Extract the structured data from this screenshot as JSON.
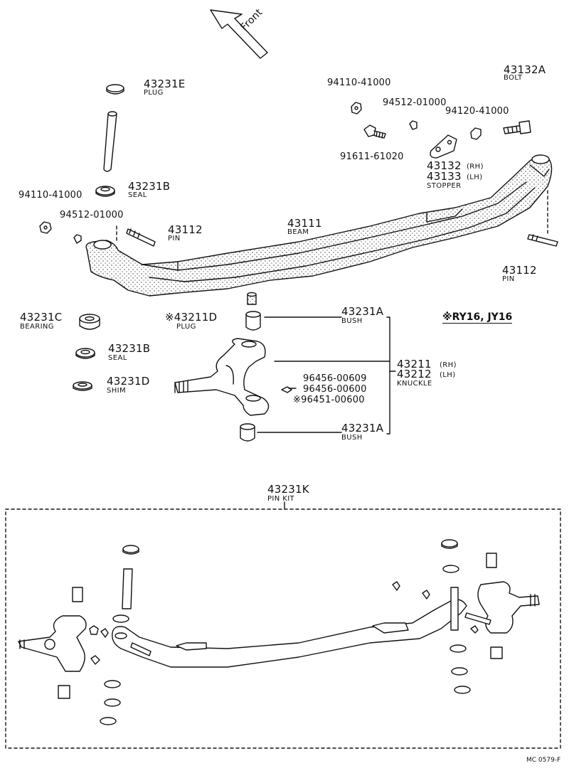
{
  "front_arrow": {
    "label": "Front"
  },
  "parts": {
    "p43231E": {
      "number": "43231E",
      "name": "PLUG"
    },
    "p43231B_top": {
      "number": "43231B",
      "name": "SEAL"
    },
    "p94110_left": {
      "number": "94110-41000"
    },
    "p94512_left": {
      "number": "94512-01000"
    },
    "p43112_left": {
      "number": "43112",
      "name": "PIN"
    },
    "p43111": {
      "number": "43111",
      "name": "BEAM"
    },
    "p94110_right": {
      "number": "94110-41000"
    },
    "p94512_right": {
      "number": "94512-01000"
    },
    "p94120": {
      "number": "94120-41000"
    },
    "p43132A": {
      "number": "43132A",
      "name": "BOLT"
    },
    "p91611": {
      "number": "91611-61020"
    },
    "p43132": {
      "number": "43132",
      "side": "(RH)"
    },
    "p43133": {
      "number": "43133",
      "side": "(LH)",
      "name": "STOPPER"
    },
    "p43112_right": {
      "number": "43112",
      "name": "PIN"
    },
    "p43231C": {
      "number": "43231C",
      "name": "BEARING"
    },
    "p43211D": {
      "mark": "※",
      "number": "43211D",
      "name": "PLUG"
    },
    "p43231A_top": {
      "number": "43231A",
      "name": "BUSH"
    },
    "p43231B_bottom": {
      "number": "43231B",
      "name": "SEAL"
    },
    "p43231D": {
      "number": "43231D",
      "name": "SHIM"
    },
    "p43211": {
      "number": "43211",
      "side": "(RH)"
    },
    "p43212": {
      "number": "43212",
      "side": "(LH)",
      "name": "KNUCKLE"
    },
    "p96456_a": {
      "number": "96456-00609"
    },
    "p96456_b": {
      "number": "96456-00600"
    },
    "p96451": {
      "mark": "※",
      "number": "96451-00600"
    },
    "p43231A_bottom": {
      "number": "43231A",
      "name": "BUSH"
    },
    "p43231K": {
      "number": "43231K",
      "name": "PIN KIT"
    }
  },
  "applicability_note": "※RY16, JY16",
  "footer_code": "MC 0579-F"
}
